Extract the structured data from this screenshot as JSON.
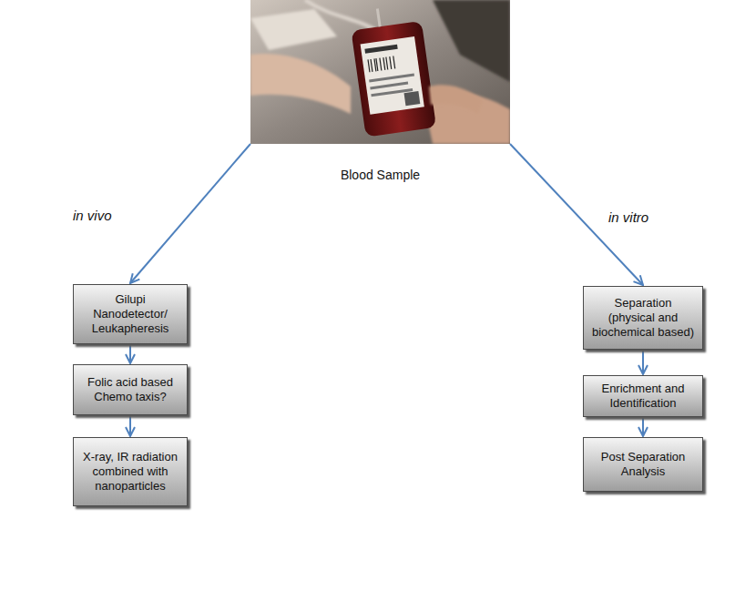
{
  "diagram": {
    "nodes": [
      {
        "text": [
          "Blood Sample"
        ]
      },
      {
        "text": [
          "Gilupi Nanodetector/ Leukapheresis"
        ]
      },
      {
        "text": [
          "Folic acid based Chemo taxis?"
        ]
      },
      {
        "text": [
          "X-ray, IR radiation combined with nanoparticles"
        ]
      },
      {
        "text": [
          "Separation (physical and biochemical based)"
        ]
      },
      {
        "text": [
          "Enrichment and Identification"
        ]
      },
      {
        "text": [
          "Post Separation Analysis"
        ]
      }
    ],
    "edges": [
      {
        "from": 0,
        "to": 1,
        "arrow": "to"
      },
      {
        "from": 1,
        "to": 2,
        "arrow": "to"
      },
      {
        "from": 2,
        "to": 3,
        "arrow": "to"
      },
      {
        "from": 0,
        "to": 4,
        "arrow": "to"
      },
      {
        "from": 4,
        "to": 5,
        "arrow": "to"
      },
      {
        "from": 5,
        "to": 6,
        "arrow": "to"
      }
    ],
    "labels": [
      "in vivo",
      "in vitro"
    ]
  }
}
